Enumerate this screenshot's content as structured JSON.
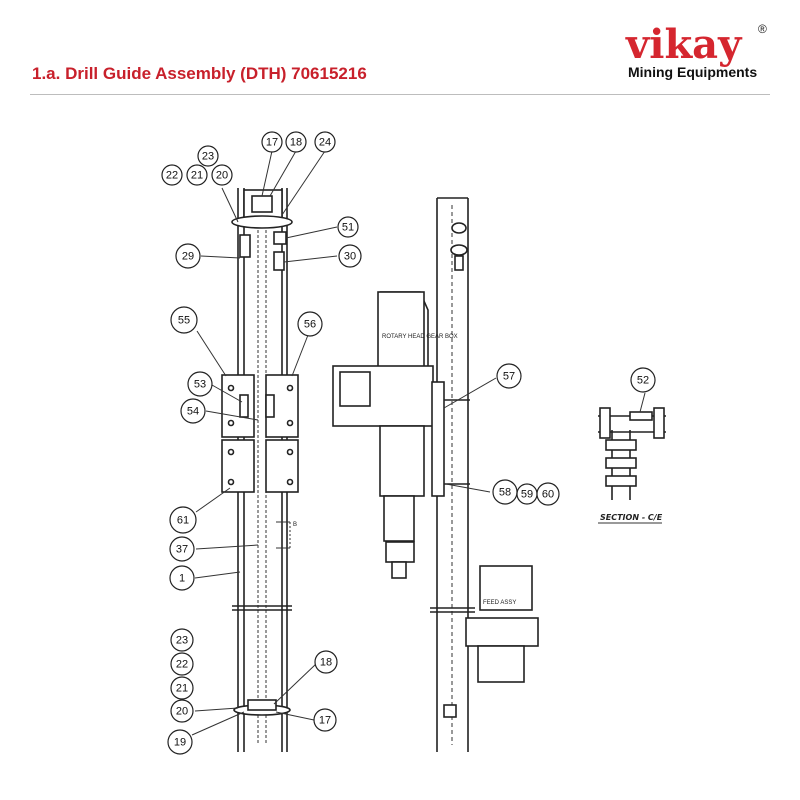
{
  "header": {
    "title": "1.a. Drill Guide Assembly (DTH) 70615216"
  },
  "logo": {
    "word": "vikay",
    "registered": "®",
    "subtitle": "Mining Equipments",
    "color": "#d5262f"
  },
  "title_color": "#c8202b",
  "drawing_labels": {
    "rotary_head": "ROTARY HEAD GEAR BOX",
    "feed_assy": "FEED ASSY",
    "section": "SECTION - C/E",
    "marker_b": "B"
  },
  "callouts": [
    {
      "id": "c17a",
      "label": "17"
    },
    {
      "id": "c18a",
      "label": "18"
    },
    {
      "id": "c24",
      "label": "24"
    },
    {
      "id": "c23a",
      "label": "23"
    },
    {
      "id": "c22a",
      "label": "22"
    },
    {
      "id": "c21a",
      "label": "21"
    },
    {
      "id": "c20a",
      "label": "20"
    },
    {
      "id": "c51",
      "label": "51"
    },
    {
      "id": "c29",
      "label": "29"
    },
    {
      "id": "c30",
      "label": "30"
    },
    {
      "id": "c55",
      "label": "55"
    },
    {
      "id": "c56",
      "label": "56"
    },
    {
      "id": "c53",
      "label": "53"
    },
    {
      "id": "c54",
      "label": "54"
    },
    {
      "id": "c61",
      "label": "61"
    },
    {
      "id": "c37",
      "label": "37"
    },
    {
      "id": "c1",
      "label": "1"
    },
    {
      "id": "c23b",
      "label": "23"
    },
    {
      "id": "c22b",
      "label": "22"
    },
    {
      "id": "c21b",
      "label": "21"
    },
    {
      "id": "c20b",
      "label": "20"
    },
    {
      "id": "c19",
      "label": "19"
    },
    {
      "id": "c18b",
      "label": "18"
    },
    {
      "id": "c17b",
      "label": "17"
    },
    {
      "id": "c57",
      "label": "57"
    },
    {
      "id": "c58",
      "label": "58"
    },
    {
      "id": "c59",
      "label": "59"
    },
    {
      "id": "c60",
      "label": "60"
    },
    {
      "id": "c52",
      "label": "52"
    }
  ]
}
